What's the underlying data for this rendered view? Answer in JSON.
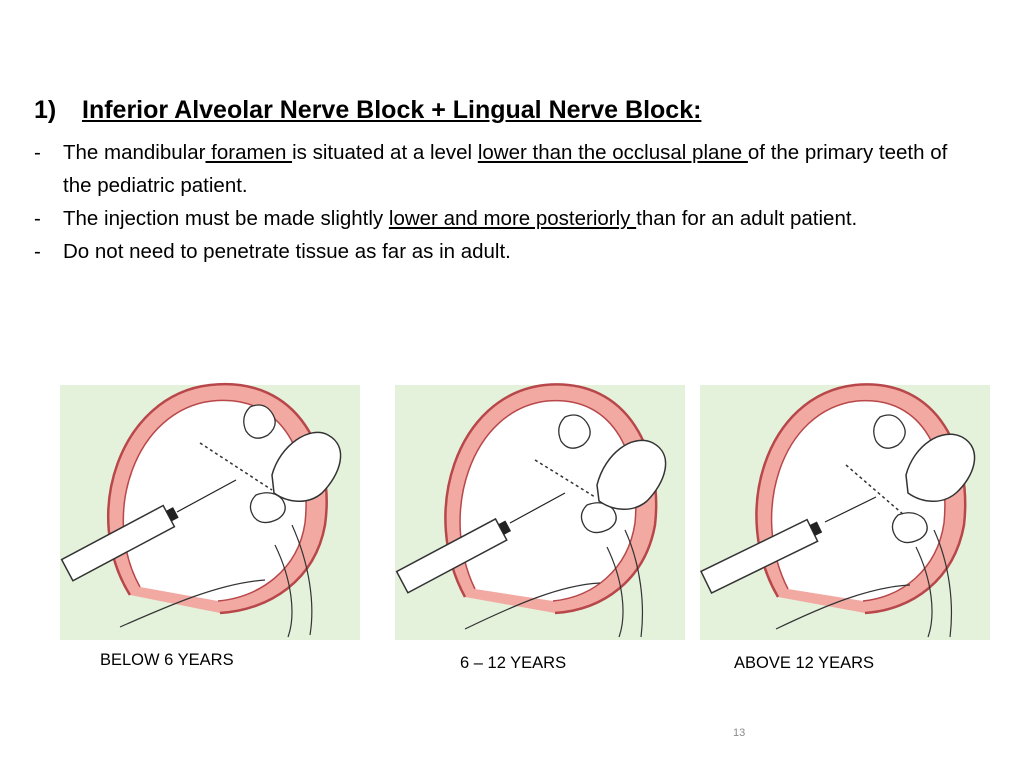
{
  "slide": {
    "heading": {
      "number": "1)",
      "title": "Inferior Alveolar Nerve Block + Lingual Nerve Block:"
    },
    "bullets": [
      {
        "marker": "-",
        "parts": [
          {
            "text": "The mandibular",
            "underline": false
          },
          {
            "text": " foramen ",
            "underline": true
          },
          {
            "text": "is situated at a level ",
            "underline": false
          },
          {
            "text": "lower than the occlusal plane ",
            "underline": true
          },
          {
            "text": "of the primary teeth of the pediatric patient.",
            "underline": false
          }
        ]
      },
      {
        "marker": "-",
        "parts": [
          {
            "text": "The injection must be made slightly ",
            "underline": false
          },
          {
            "text": "lower and more posteriorly ",
            "underline": true
          },
          {
            "text": "than for an adult patient.",
            "underline": false
          }
        ]
      },
      {
        "marker": "-",
        "parts": [
          {
            "text": "Do not need to penetrate tissue as far as in adult.",
            "underline": false
          }
        ]
      }
    ],
    "figures": [
      {
        "caption": "BELOW  6  YEARS"
      },
      {
        "caption": "6 – 12  YEARS"
      },
      {
        "caption": "ABOVE  12  YEARS"
      }
    ],
    "page_number": "13",
    "colors": {
      "gum_fill": "#f2a9a2",
      "gum_stroke": "#b8474a",
      "background_green": "#dff0d8",
      "syringe_tip": "#222222"
    }
  }
}
